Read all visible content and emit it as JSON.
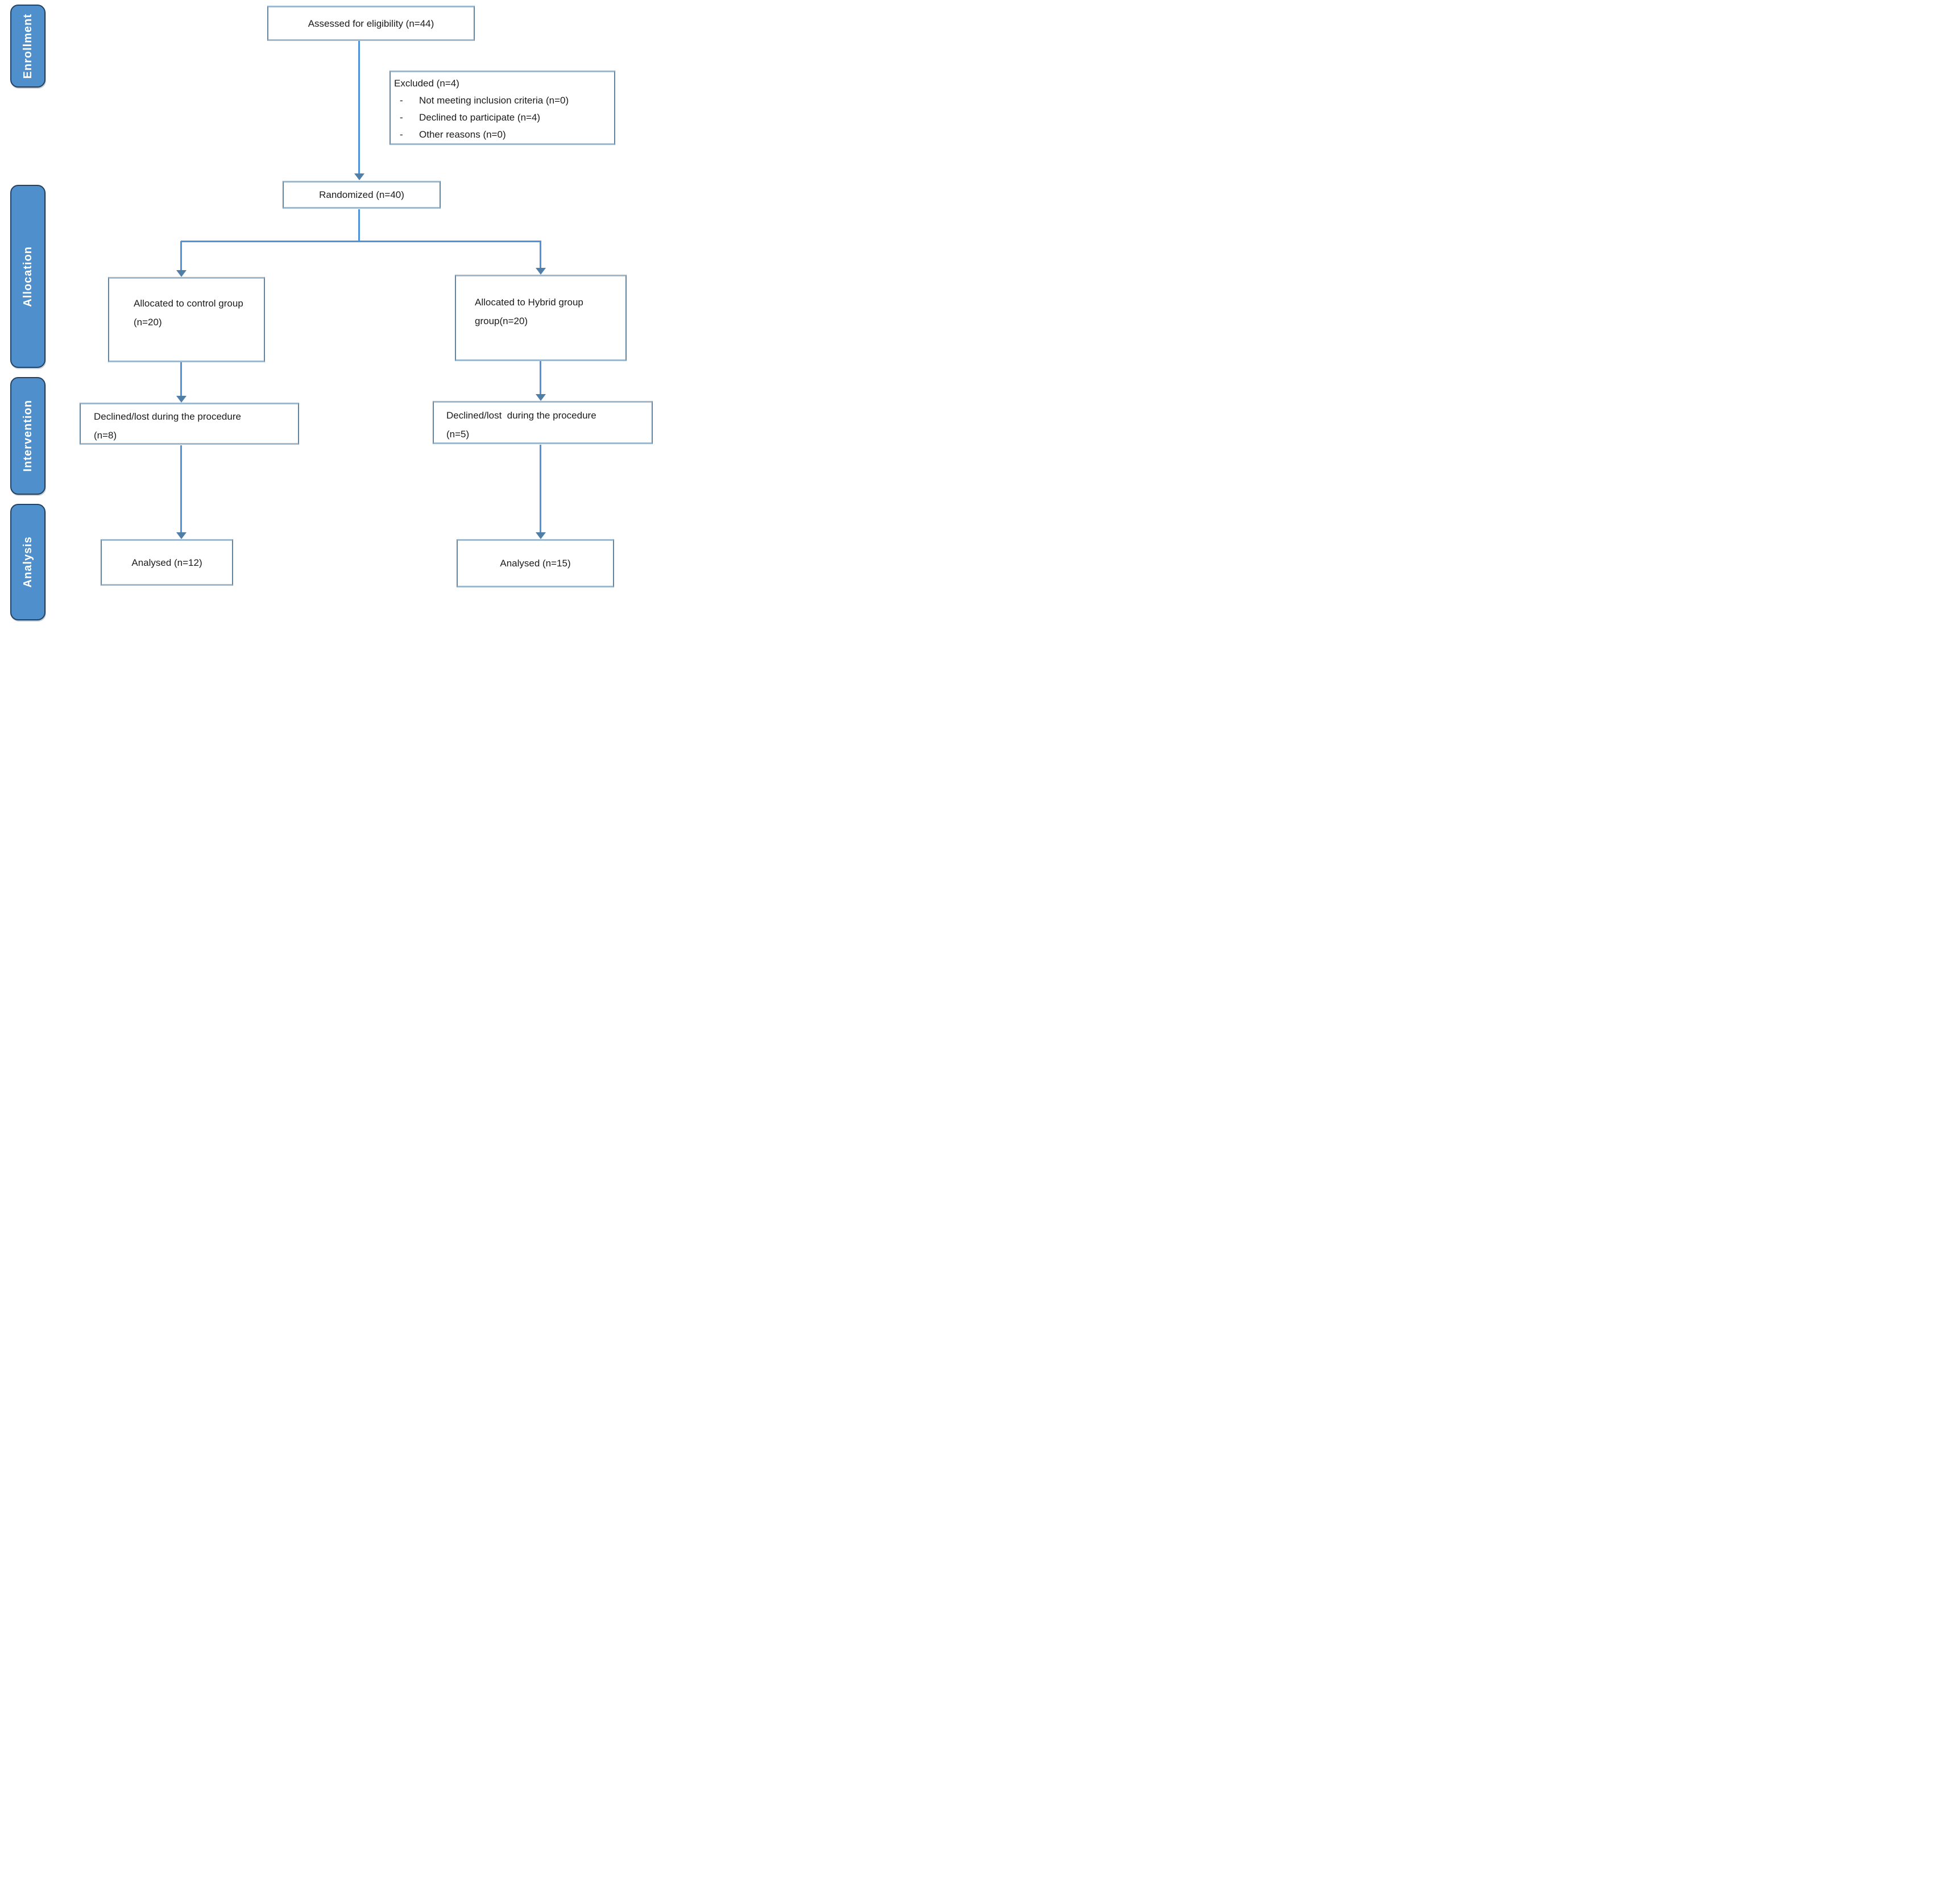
{
  "diagram": {
    "stages": [
      {
        "label": "Enrollment"
      },
      {
        "label": "Allocation"
      },
      {
        "label": "Intervention"
      },
      {
        "label": "Analysis"
      }
    ],
    "bullet": "-",
    "nodes": {
      "assessed": {
        "text": "Assessed for eligibility (n=44)"
      },
      "excluded": {
        "title": "Excluded (n=4)",
        "items": [
          "Not meeting inclusion criteria (n=0)",
          "Declined to participate (n=4)",
          "Other reasons (n=0)"
        ]
      },
      "randomized": {
        "text": "Randomized (n=40)"
      },
      "alloc_control": {
        "line1": "Allocated to control group",
        "line2": "(n=20)"
      },
      "alloc_hybrid": {
        "line1": "Allocated to Hybrid group",
        "line2": "group(n=20)"
      },
      "lost_control": {
        "line1": "Declined/lost during the procedure",
        "line2": "(n=8)"
      },
      "lost_hybrid": {
        "line1": "Declined/lost  during the procedure",
        "line2": "(n=5)"
      },
      "analysed_control": {
        "text": "Analysed (n=12)"
      },
      "analysed_hybrid": {
        "text": "Analysed (n=15)"
      }
    },
    "colors": {
      "stage_fill": "#4E8FCC",
      "stage_border": "#24425F",
      "stage_text": "#FFFFFF",
      "box_border_side": "#64839F",
      "box_border_topbottom": "#9FB9CE",
      "arrow_shaft": "#4F94D8",
      "arrowhead": "#517EA6",
      "text": "#1B1B1B",
      "background": "#FFFFFF"
    }
  }
}
